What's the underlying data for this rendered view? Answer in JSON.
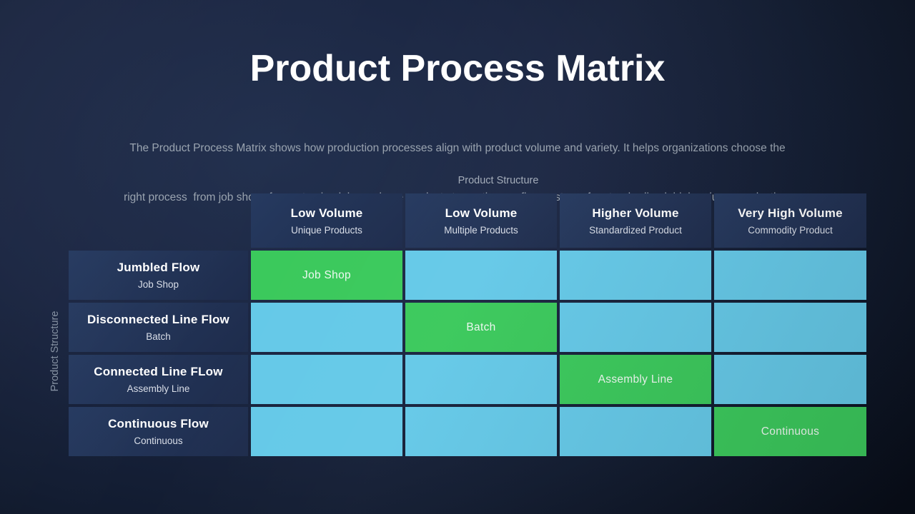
{
  "title": "Product Process Matrix",
  "description": {
    "line1": "The Product Process Matrix shows how production processes align with product volume and variety. It helps organizations choose the",
    "line2": "right process  from job shops for customized, low-volume products to continuous flow systems for standardized, high-volume production."
  },
  "axes": {
    "top_label": "Product Structure",
    "left_label": "Product Structure"
  },
  "columns": [
    {
      "title": "Low Volume",
      "subtitle": "Unique Products"
    },
    {
      "title": "Low Volume",
      "subtitle": "Multiple Products"
    },
    {
      "title": "Higher Volume",
      "subtitle": "Standardized Product"
    },
    {
      "title": "Very High Volume",
      "subtitle": "Commodity Product"
    }
  ],
  "rows": [
    {
      "title": "Jumbled Flow",
      "subtitle": "Job Shop"
    },
    {
      "title": "Disconnected Line Flow",
      "subtitle": "Batch"
    },
    {
      "title": "Connected Line FLow",
      "subtitle": "Assembly Line"
    },
    {
      "title": "Continuous Flow",
      "subtitle": "Continuous"
    }
  ],
  "matrix": [
    [
      "Job Shop",
      "",
      "",
      ""
    ],
    [
      "",
      "Batch",
      "",
      ""
    ],
    [
      "",
      "",
      "Assembly Line",
      ""
    ],
    [
      "",
      "",
      "",
      "Continuous"
    ]
  ],
  "colors": {
    "highlight": "#3bc95c",
    "cell": "#65c9e8",
    "header_bg_a": "#263a60",
    "header_bg_b": "#1e2c4c"
  }
}
